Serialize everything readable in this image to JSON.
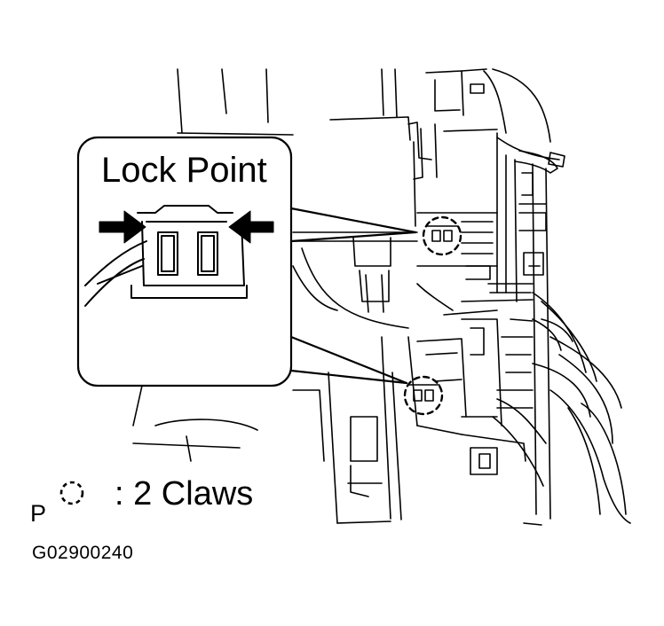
{
  "callout": {
    "title": "Lock Point"
  },
  "legend": {
    "prefix": "P",
    "text": ": 2 Claws",
    "symbol": "dashed-circle-icon"
  },
  "figure": {
    "id": "G02900240"
  },
  "colors": {
    "line": "#000000",
    "background": "#ffffff"
  }
}
